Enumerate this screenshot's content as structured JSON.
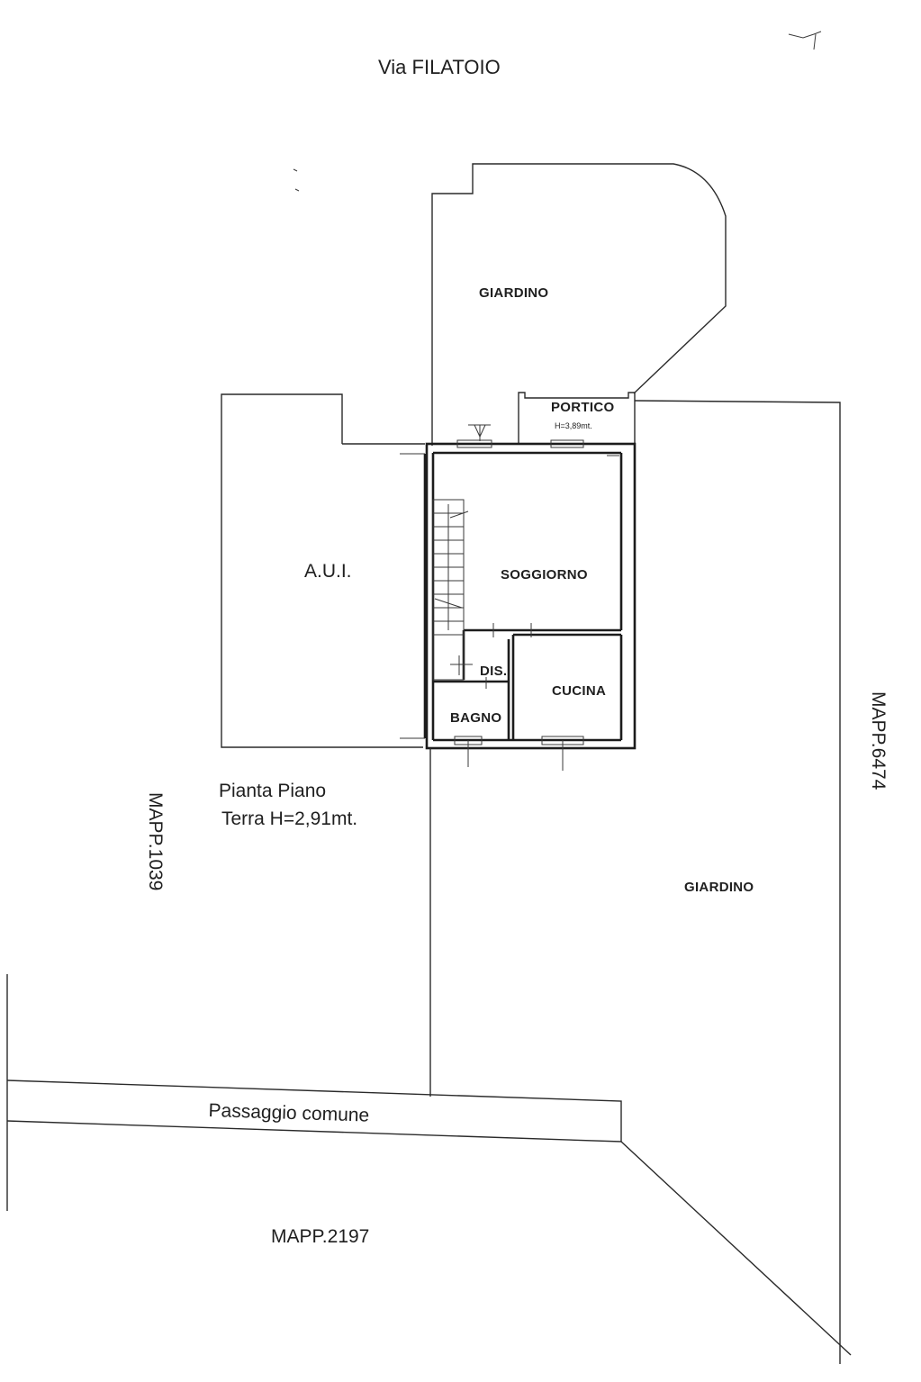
{
  "street": "Via FILATOIO",
  "rooms": {
    "giardino_top": "GIARDINO",
    "portico": "PORTICO",
    "portico_height": "H=3,89mt.",
    "aui": "A.U.I.",
    "soggiorno": "SOGGIORNO",
    "dis": "DIS.",
    "cucina": "CUCINA",
    "bagno": "BAGNO",
    "giardino_right": "GIARDINO"
  },
  "plan_title": {
    "line1": "Pianta Piano",
    "line2": "Terra H=2,91mt."
  },
  "parcels": {
    "left": "MAPP.1039",
    "right": "MAPP.6474",
    "bottom": "MAPP.2197"
  },
  "passage": "Passaggio comune"
}
